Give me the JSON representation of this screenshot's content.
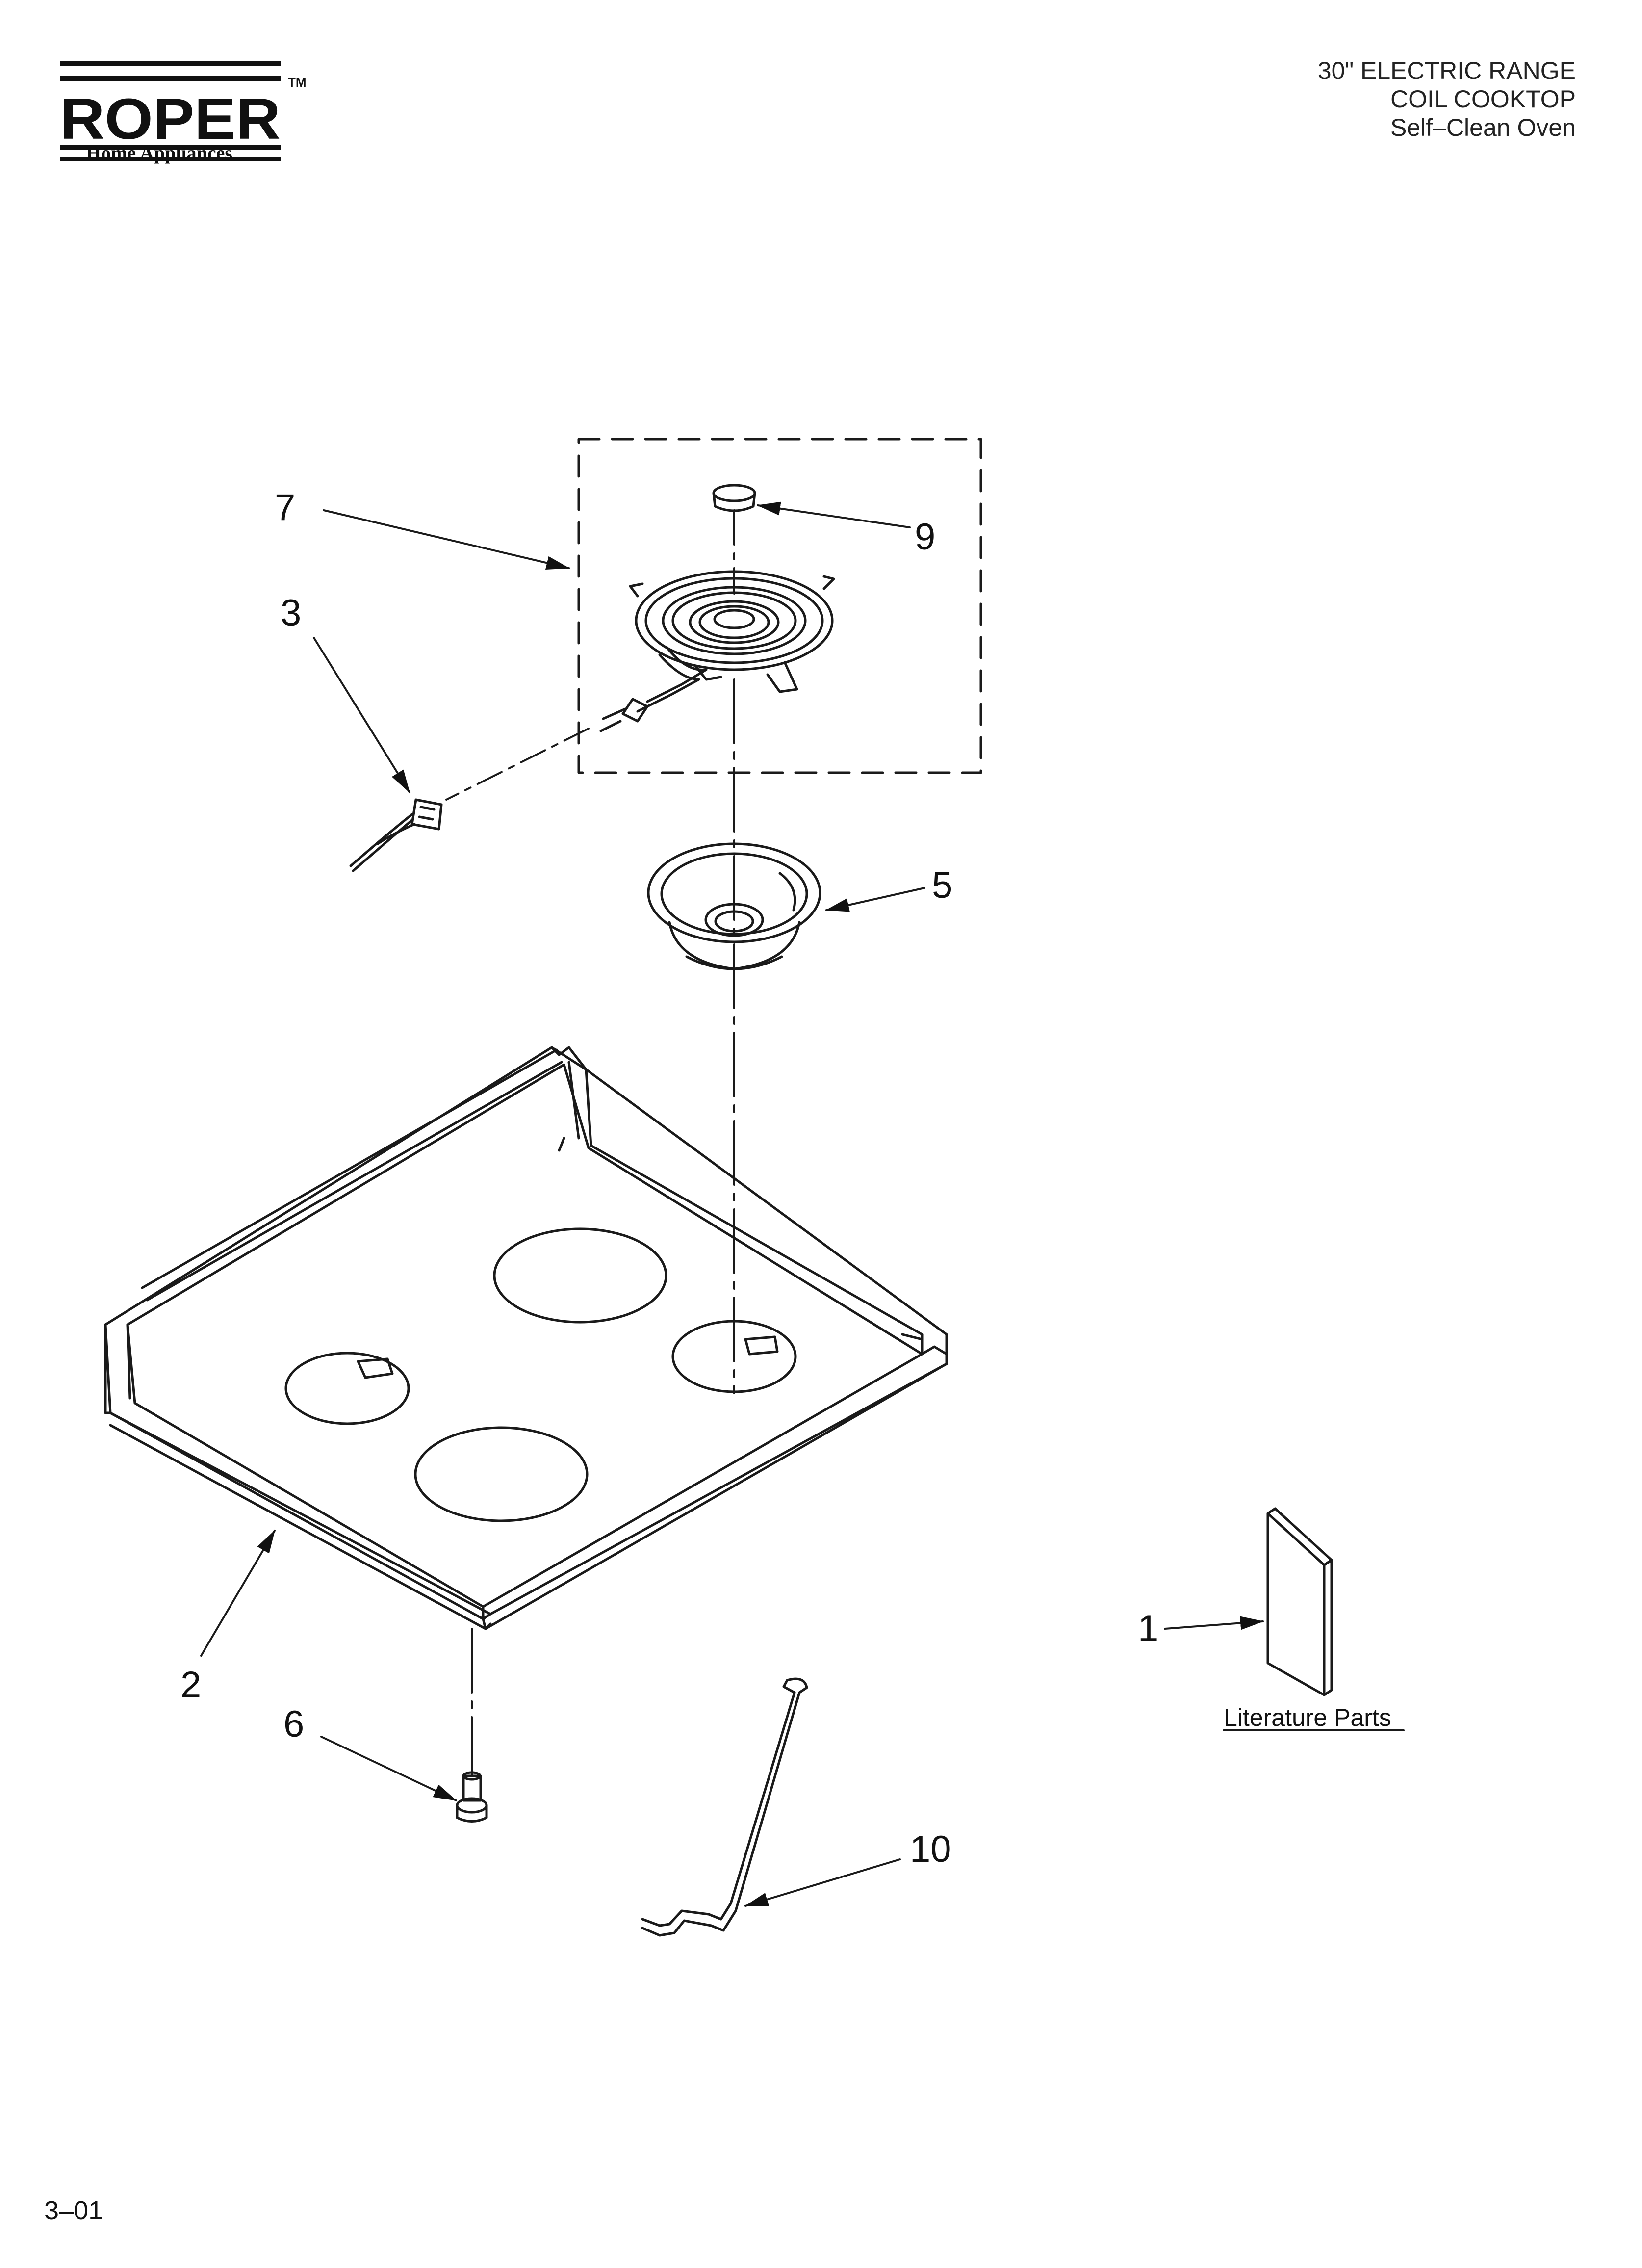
{
  "brand": {
    "name": "ROPER",
    "trademark": "TM",
    "tagline": "Home Appliances"
  },
  "title": {
    "line1": "30\" ELECTRIC RANGE",
    "line2": "COIL COOKTOP",
    "line3": "Self–Clean Oven"
  },
  "callouts": {
    "c1": "1",
    "c2": "2",
    "c3": "3",
    "c5": "5",
    "c6": "6",
    "c7": "7",
    "c9": "9",
    "c10": "10"
  },
  "literature_label": "Literature Parts",
  "page_code": "3–01",
  "colors": {
    "ink": "#1a1a1a",
    "background": "#ffffff"
  }
}
